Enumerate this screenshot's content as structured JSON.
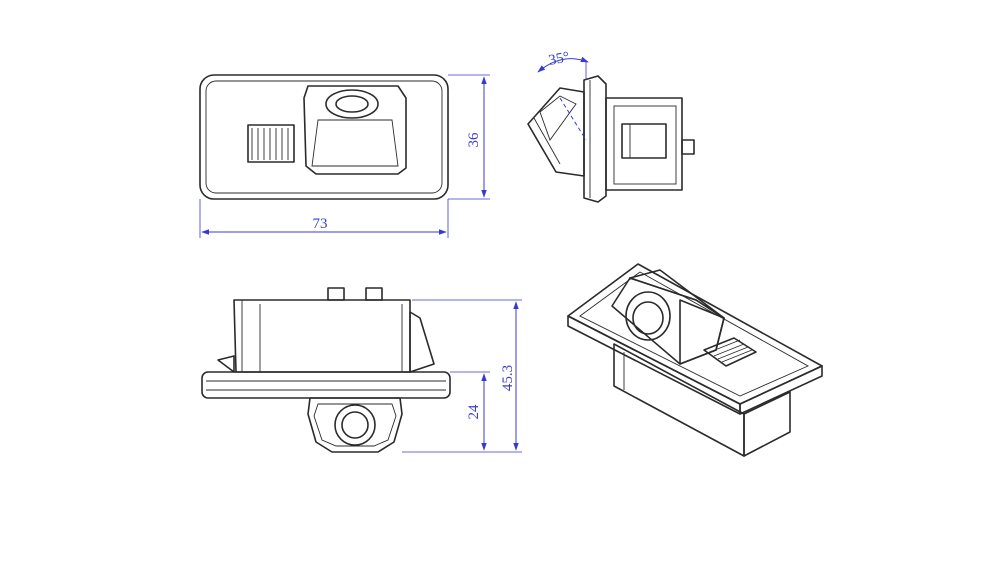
{
  "dimensions": {
    "width": "73",
    "height": "36",
    "angle": "35°",
    "full_height": "45.3",
    "lens_height": "24"
  },
  "colors": {
    "dimension_line": "#3a3ad0",
    "outline": "#2b2b2b",
    "face_fill": "#f3f3f3",
    "shade_fill": "#dcdcdc",
    "dark_fill": "#bdbdbd"
  }
}
